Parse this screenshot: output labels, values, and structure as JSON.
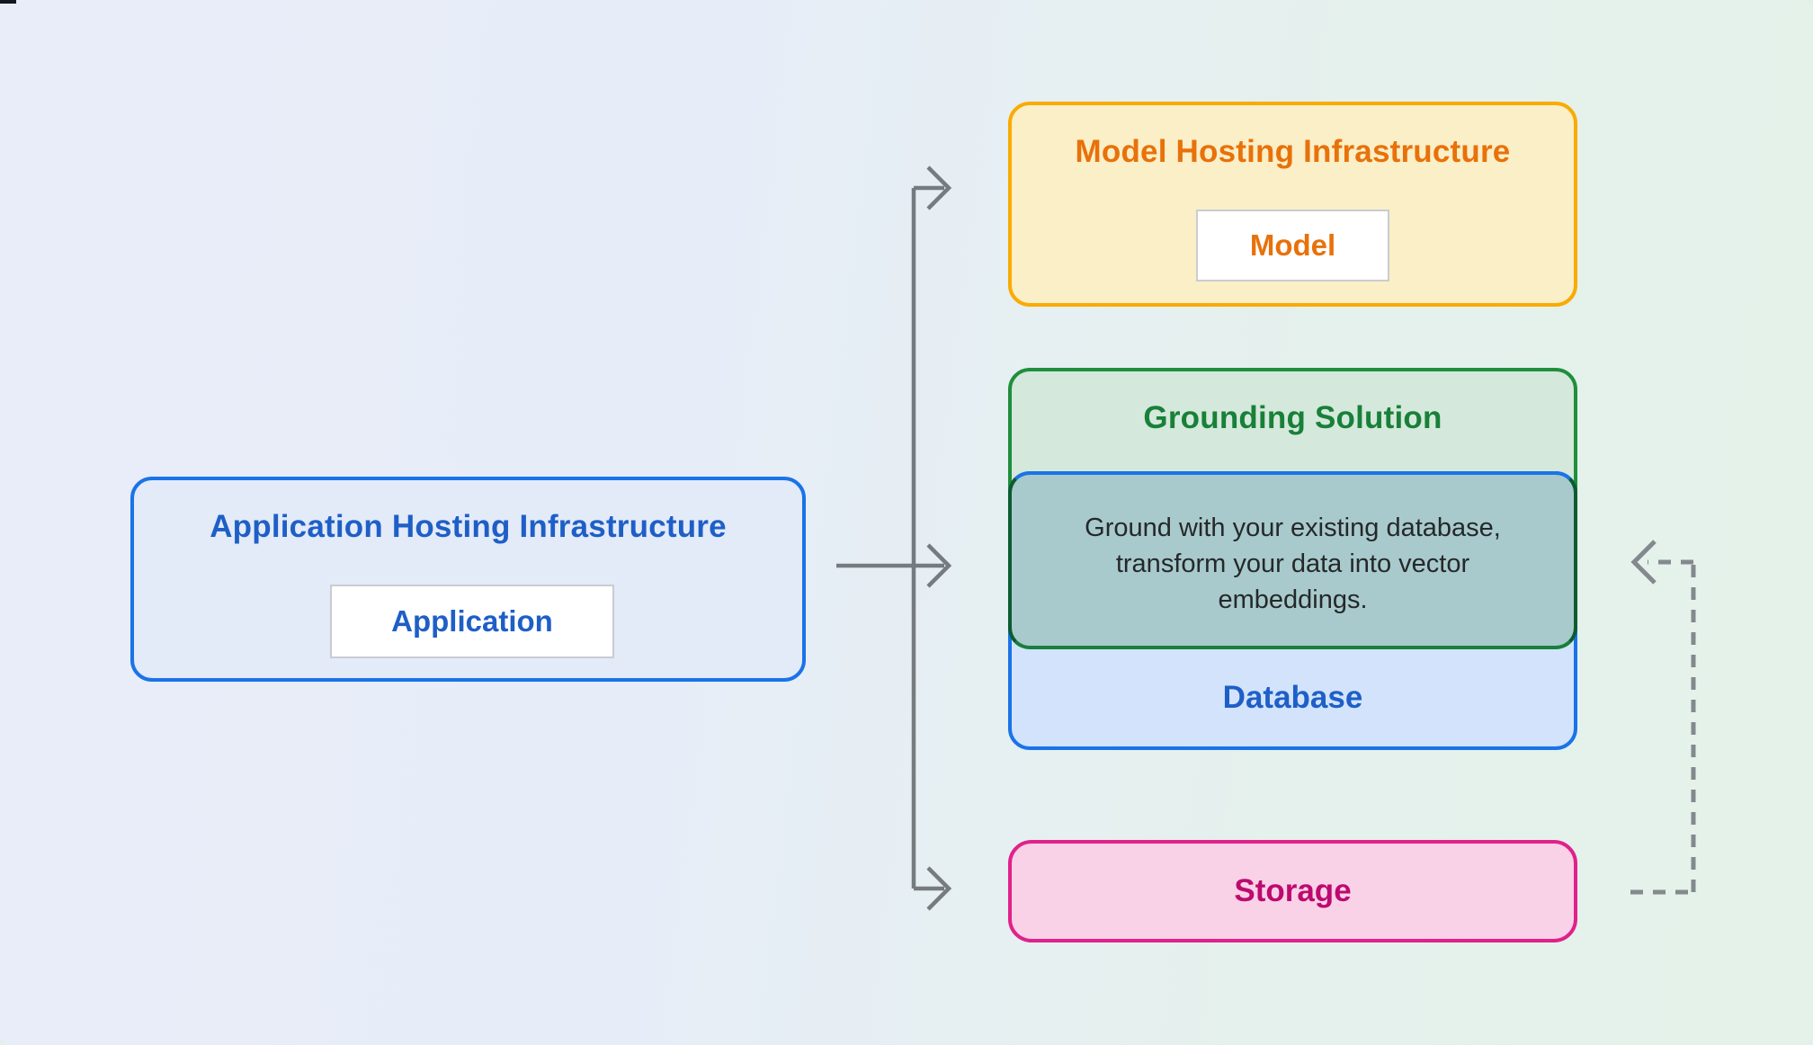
{
  "diagram": {
    "application_hosting": {
      "title": "Application Hosting Infrastructure",
      "chip_label": "Application"
    },
    "model_hosting": {
      "title": "Model Hosting Infrastructure",
      "chip_label": "Model"
    },
    "grounding_solution": {
      "title": "Grounding Solution",
      "description": "Ground with your existing database, transform your data into vector embeddings."
    },
    "database": {
      "label": "Database"
    },
    "storage": {
      "label": "Storage"
    },
    "colors": {
      "blue_border": "#1A73E8",
      "blue_text": "#1E5FC7",
      "yellow_border": "#F9AB00",
      "orange_text": "#E8710A",
      "green_border": "#1F8E3D",
      "green_text": "#188038",
      "pink_border": "#E0218A",
      "pink_text": "#BD0A6F",
      "overlap_fill": "#A8CACC",
      "solid_arrow": "#767B7F",
      "dashed_arrow": "#84898D",
      "background_left": "#E8EDF9",
      "background_right": "#E4F2EA"
    }
  }
}
